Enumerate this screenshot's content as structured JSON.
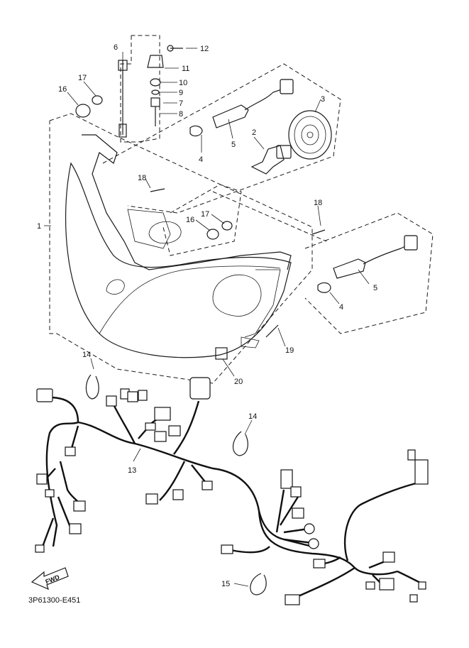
{
  "diagram": {
    "part_code": "3P61300-E451",
    "fwd_label": "FWD",
    "callouts": [
      "1",
      "2",
      "3",
      "4",
      "4",
      "5",
      "5",
      "6",
      "7",
      "8",
      "9",
      "10",
      "11",
      "12",
      "13",
      "14",
      "14",
      "15",
      "16",
      "16",
      "17",
      "17",
      "18",
      "18",
      "19",
      "20"
    ]
  }
}
